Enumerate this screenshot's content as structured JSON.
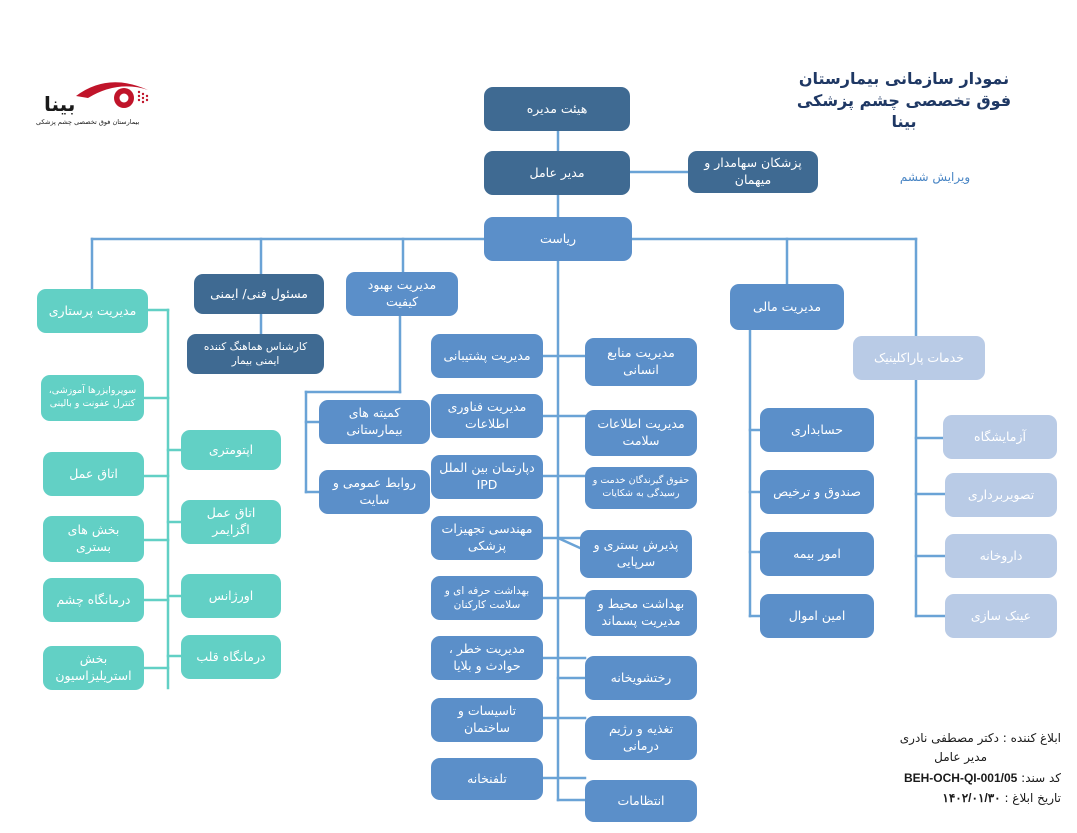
{
  "title": {
    "line1": "نمودار سازمانی بیمارستان",
    "line2": "فوق تخصصی چشم پزشکی",
    "line3": "بینا"
  },
  "edition": "ویرایش ششم",
  "logo": {
    "icon": "bina-eye-logo-icon",
    "word": "بینا",
    "subtitle": "بیمارستان فوق تخصصی چشم پزشکی"
  },
  "colors": {
    "dark": "#3f6a92",
    "mid": "#5b8fc9",
    "pale": "#b9cbe6",
    "teal": "#62d0c5",
    "line": "#6aa3d6",
    "teal_line": "#62d0c5",
    "title": "#1f3864",
    "logo_red": "#c0142a"
  },
  "chart": {
    "board": "هیئت مدیره",
    "ceo": "مدیر عامل",
    "physicians": "پزشکان سهامدار و میهمان",
    "presidency": "ریاست",
    "nursing": {
      "head": "مدیریت پرستاری",
      "left_units": [
        "سوپروایزرها آموزشی، کنترل عفونت و بالینی",
        "اتاق عمل",
        "بخش های بستری",
        "درمانگاه چشم",
        "بخش استریلیزاسیون"
      ],
      "right_units": [
        "اپتومتری",
        "اتاق عمل اگزایمر",
        "اورژانس",
        "درمانگاه قلب"
      ]
    },
    "safety": {
      "head": "مسئول فنی/ ایمنی",
      "child": "کارشناس هماهنگ کننده ایمنی بیمار"
    },
    "quality": {
      "head": "مدیریت بهبود کیفیت",
      "children": [
        "کمیته های بیمارستانی",
        "روابط عمومی و سایت"
      ]
    },
    "center_left": [
      "مدیریت پشتیبانی",
      "مدیریت فناوری اطلاعات",
      "دپارتمان بین الملل IPD",
      "مهندسی تجهیزات پزشکی",
      "بهداشت حرفه ای و سلامت کارکنان",
      "مدیریت خطر ، حوادث و بلایا",
      "تاسیسات و ساختمان",
      "تلفنخانه"
    ],
    "center_right": [
      "مدیریت منابع انسانی",
      "مدیریت اطلاعات سلامت",
      "حقوق گیرندگان خدمت و رسیدگی به شکایات",
      "پذیرش بستری و سرپایی",
      "بهداشت محیط و مدیریت پسماند",
      "رختشویخانه",
      "تغذیه و رژیم درمانی",
      "انتظامات"
    ],
    "finance": {
      "head": "مدیریت مالی",
      "children": [
        "حسابداری",
        "صندوق و ترخیص",
        "امور بیمه",
        "امین اموال"
      ]
    },
    "paraclinic": {
      "head": "خدمات پاراکلینیک",
      "children": [
        "آزمایشگاه",
        "تصویربرداری",
        "داروخانه",
        "عینک سازی"
      ]
    }
  },
  "footer": {
    "notifier": "ابلاغ کننده : دکتر مصطفی نادری",
    "role": "مدیر عامل",
    "doc_label": "کد سند:",
    "doc_code": "BEH-OCH-QI-001/05",
    "date_label": "تاریخ ابلاغ :",
    "date_value": "۱۴۰۲/۰۱/۳۰"
  }
}
